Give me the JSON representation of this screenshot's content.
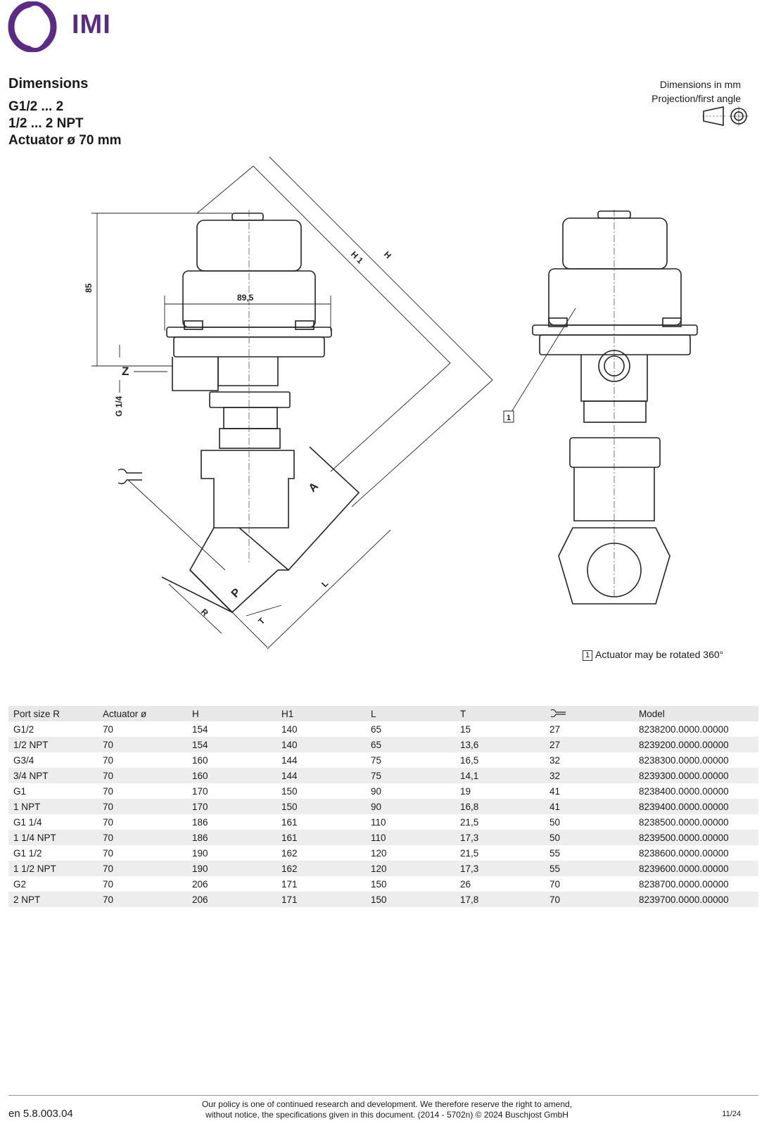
{
  "brand": {
    "logo_text": "IMI",
    "accent": "#5b2a86"
  },
  "header": {
    "title": "Dimensions",
    "subtitle_lines": [
      "G1/2 ... 2",
      "1/2 ... 2 NPT",
      "Actuator ø 70 mm"
    ],
    "units_line1": "Dimensions in mm",
    "units_line2": "Projection/first angle"
  },
  "drawing": {
    "labels": {
      "h": "H",
      "h1": "H 1",
      "h85": "85",
      "width": "89,5",
      "z": "Z",
      "g14": "G 1/4",
      "a": "A",
      "p": "P",
      "r": "R",
      "t": "T",
      "l": "L",
      "callout": "1"
    }
  },
  "note": {
    "box": "1",
    "text": "Actuator may be rotated 360°"
  },
  "table": {
    "headers": [
      "Port size R",
      "Actuator ø",
      "H",
      "H1",
      "L",
      "T",
      "wrench-icon",
      "Model"
    ],
    "rows": [
      [
        "G1/2",
        "70",
        "154",
        "140",
        "65",
        "15",
        "27",
        "8238200.0000.00000"
      ],
      [
        "1/2 NPT",
        "70",
        "154",
        "140",
        "65",
        "13,6",
        "27",
        "8239200.0000.00000"
      ],
      [
        "G3/4",
        "70",
        "160",
        "144",
        "75",
        "16,5",
        "32",
        "8238300.0000.00000"
      ],
      [
        "3/4 NPT",
        "70",
        "160",
        "144",
        "75",
        "14,1",
        "32",
        "8239300.0000.00000"
      ],
      [
        "G1",
        "70",
        "170",
        "150",
        "90",
        "19",
        "41",
        "8238400.0000.00000"
      ],
      [
        "1 NPT",
        "70",
        "170",
        "150",
        "90",
        "16,8",
        "41",
        "8239400.0000.00000"
      ],
      [
        "G1 1/4",
        "70",
        "186",
        "161",
        "110",
        "21,5",
        "50",
        "8238500.0000.00000"
      ],
      [
        "1 1/4 NPT",
        "70",
        "186",
        "161",
        "110",
        "17,3",
        "50",
        "8239500.0000.00000"
      ],
      [
        "G1 1/2",
        "70",
        "190",
        "162",
        "120",
        "21,5",
        "55",
        "8238600.0000.00000"
      ],
      [
        "1 1/2 NPT",
        "70",
        "190",
        "162",
        "120",
        "17,3",
        "55",
        "8239600.0000.00000"
      ],
      [
        "G2",
        "70",
        "206",
        "171",
        "150",
        "26",
        "70",
        "8238700.0000.00000"
      ],
      [
        "2 NPT",
        "70",
        "206",
        "171",
        "150",
        "17,8",
        "70",
        "8239700.0000.00000"
      ]
    ]
  },
  "footer": {
    "doc_no": "en 5.8.003.04",
    "policy_line1": "Our policy is one of continued research and development. We therefore reserve the right to amend,",
    "policy_line2": "without notice, the specifications given in this document. (2014 - 5702n) © 2024 Buschjost GmbH",
    "page": "11/24"
  }
}
